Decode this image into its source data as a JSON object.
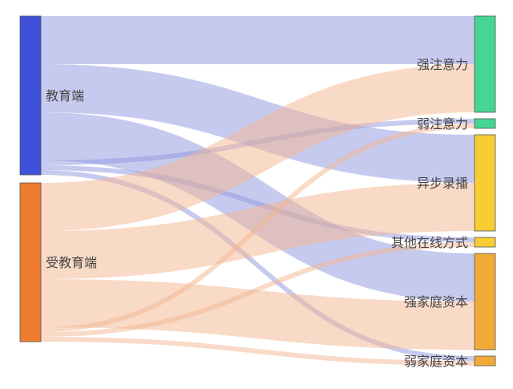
{
  "chart_data": {
    "type": "sankey",
    "nodes": [
      {
        "id": "edu",
        "label": "教育端",
        "side": "left",
        "color": "#3f51d9"
      },
      {
        "id": "stu",
        "label": "受教育端",
        "side": "left",
        "color": "#ee7d30"
      },
      {
        "id": "att_s",
        "label": "强注意力",
        "side": "right",
        "color": "#46d693"
      },
      {
        "id": "att_w",
        "label": "弱注意力",
        "side": "right",
        "color": "#46d693"
      },
      {
        "id": "async",
        "label": "异步录播",
        "side": "right",
        "color": "#f7cd32"
      },
      {
        "id": "other",
        "label": "其他在线方式",
        "side": "right",
        "color": "#f7cd32"
      },
      {
        "id": "fam_s",
        "label": "强家庭资本",
        "side": "right",
        "color": "#f0aa38"
      },
      {
        "id": "fam_w",
        "label": "弱家庭资本",
        "side": "right",
        "color": "#f0aa38"
      }
    ],
    "links": [
      {
        "source": "edu",
        "target": "att_s",
        "value": 10
      },
      {
        "source": "edu",
        "target": "async",
        "value": 10
      },
      {
        "source": "edu",
        "target": "fam_s",
        "value": 10
      },
      {
        "source": "edu",
        "target": "att_w",
        "value": 1
      },
      {
        "source": "edu",
        "target": "other",
        "value": 1
      },
      {
        "source": "edu",
        "target": "fam_w",
        "value": 1
      },
      {
        "source": "stu",
        "target": "att_s",
        "value": 10
      },
      {
        "source": "stu",
        "target": "async",
        "value": 10
      },
      {
        "source": "stu",
        "target": "fam_s",
        "value": 10
      },
      {
        "source": "stu",
        "target": "att_w",
        "value": 1
      },
      {
        "source": "stu",
        "target": "other",
        "value": 1
      },
      {
        "source": "stu",
        "target": "fam_w",
        "value": 1
      }
    ],
    "link_colors": {
      "edu": "#8f96e0",
      "stu": "#f3b58f"
    }
  }
}
